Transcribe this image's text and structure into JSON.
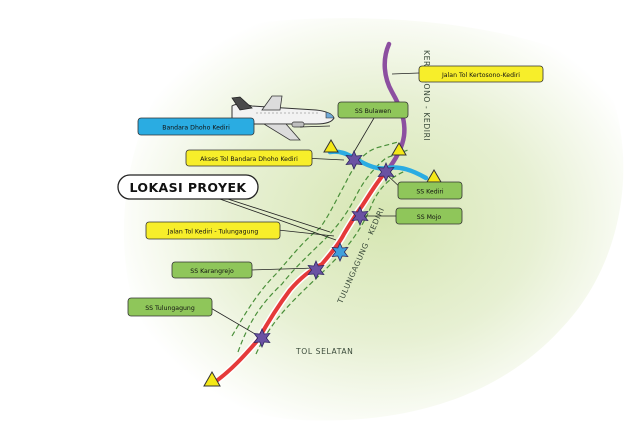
{
  "project_label": "LOKASI PROYEK",
  "regions": {
    "kertosono_kediri": "KERTOSONO - KEDIRI",
    "tulungagung_kediri": "TULUNGAGUNG - KEDIRI",
    "tol_selatan": "TOL SELATAN"
  },
  "roads": {
    "kertosono_kediri": "Jalan Tol Kertosono-Kediri",
    "airport_access": "Akses Tol Bandara Dhoho Kediri",
    "kediri_tulungagung": "Jalan Tol Kediri - Tulungagung"
  },
  "airport": "Bandara Dhoho Kediri",
  "stations": {
    "bulawen": "SS Bulawen",
    "kediri": "SS Kediri",
    "mojo": "SS Mojo",
    "karangrejo": "SS Karangrejo",
    "tulungagung": "SS Tulungagung"
  },
  "colors": {
    "label_yellow": "#f7ee2a",
    "label_green": "#8fc65a",
    "label_blue": "#2aace2",
    "toll_red": "#e53a3a",
    "toll_purple": "#8c4fa0",
    "interchange_star": "#6a52a3",
    "terminal_triangle": "#f4e817",
    "corridor_green": "#4a8f3a"
  }
}
